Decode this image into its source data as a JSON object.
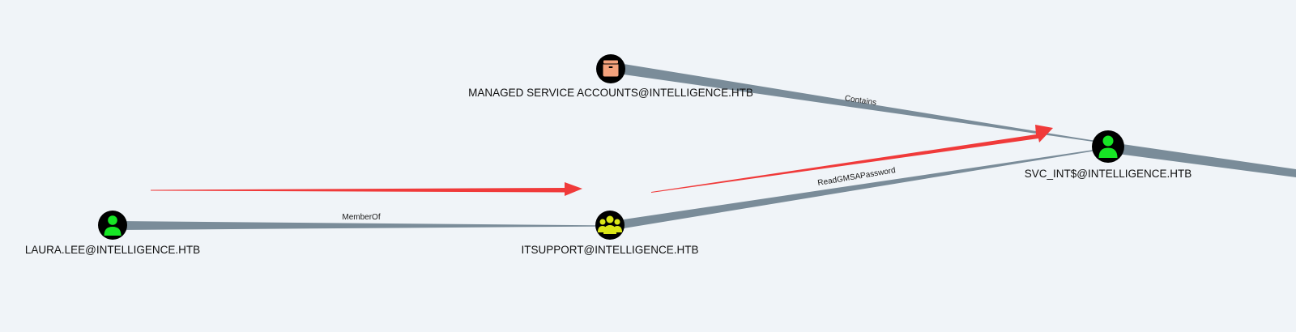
{
  "graph": {
    "nodes": {
      "managed_service_accounts": {
        "label": "MANAGED SERVICE ACCOUNTS@INTELLIGENCE.HTB",
        "type": "Container",
        "icon": "box-icon",
        "icon_color": "#f4a27c"
      },
      "svc_int": {
        "label": "SVC_INT$@INTELLIGENCE.HTB",
        "type": "User",
        "icon": "user-icon",
        "icon_color": "#17e625"
      },
      "laura_lee": {
        "label": "LAURA.LEE@INTELLIGENCE.HTB",
        "type": "User",
        "icon": "user-icon",
        "icon_color": "#17e625"
      },
      "itsupport": {
        "label": "ITSUPPORT@INTELLIGENCE.HTB",
        "type": "Group",
        "icon": "group-icon",
        "icon_color": "#dbe617"
      }
    },
    "edges": {
      "contains": {
        "label": "Contains",
        "from": "MANAGED SERVICE ACCOUNTS@INTELLIGENCE.HTB",
        "to": "SVC_INT$@INTELLIGENCE.HTB"
      },
      "memberof": {
        "label": "MemberOf",
        "from": "LAURA.LEE@INTELLIGENCE.HTB",
        "to": "ITSUPPORT@INTELLIGENCE.HTB"
      },
      "readgmsapassword": {
        "label": "ReadGMSAPassword",
        "from": "ITSUPPORT@INTELLIGENCE.HTB",
        "to": "SVC_INT$@INTELLIGENCE.HTB"
      }
    },
    "colors": {
      "background": "#f0f4f8",
      "edge": "#7a8c99",
      "path_arrow": "#f03a3a",
      "node_circle": "#000000"
    }
  }
}
